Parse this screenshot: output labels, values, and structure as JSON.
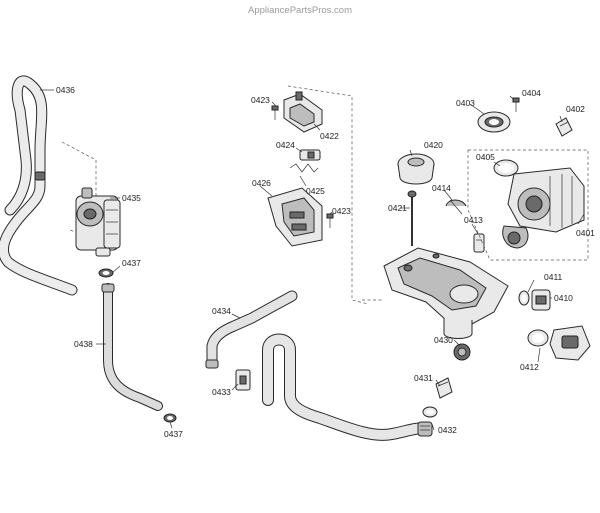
{
  "watermark": "AppliancePartsPros.com",
  "callouts": [
    {
      "id": "c0436",
      "text": "0436"
    },
    {
      "id": "c0435",
      "text": "0435"
    },
    {
      "id": "c0437a",
      "text": "0437"
    },
    {
      "id": "c0438",
      "text": "0438"
    },
    {
      "id": "c0437b",
      "text": "0437"
    },
    {
      "id": "c0423a",
      "text": "0423"
    },
    {
      "id": "c0422",
      "text": "0422"
    },
    {
      "id": "c0424",
      "text": "0424"
    },
    {
      "id": "c0425",
      "text": "0425"
    },
    {
      "id": "c0426",
      "text": "0426"
    },
    {
      "id": "c0423b",
      "text": "0423"
    },
    {
      "id": "c0434",
      "text": "0434"
    },
    {
      "id": "c0433",
      "text": "0433"
    },
    {
      "id": "c0420",
      "text": "0420"
    },
    {
      "id": "c0421",
      "text": "0421"
    },
    {
      "id": "c0414",
      "text": "0414"
    },
    {
      "id": "c0413",
      "text": "0413"
    },
    {
      "id": "c0403",
      "text": "0403"
    },
    {
      "id": "c0404",
      "text": "0404"
    },
    {
      "id": "c0402",
      "text": "0402"
    },
    {
      "id": "c0405",
      "text": "0405"
    },
    {
      "id": "c0401",
      "text": "0401"
    },
    {
      "id": "c0411",
      "text": "0411"
    },
    {
      "id": "c0410",
      "text": "0410"
    },
    {
      "id": "c0430",
      "text": "0430"
    },
    {
      "id": "c0412",
      "text": "0412"
    },
    {
      "id": "c0431",
      "text": "0431"
    },
    {
      "id": "c0432",
      "text": "0432"
    }
  ]
}
